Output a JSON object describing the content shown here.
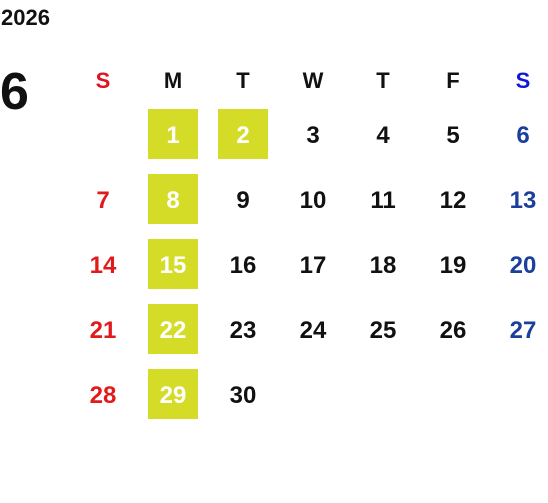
{
  "calendar": {
    "year": "2026",
    "month": "6",
    "weekdays": [
      "S",
      "M",
      "T",
      "W",
      "T",
      "F",
      "S"
    ],
    "weeks": [
      [
        "",
        "1",
        "",
        "3",
        "4",
        "5",
        "6"
      ],
      [
        "7",
        "8",
        "9",
        "10",
        "11",
        "12",
        "13"
      ],
      [
        "14",
        "15",
        "16",
        "17",
        "18",
        "19",
        "20"
      ],
      [
        "21",
        "22",
        "23",
        "24",
        "25",
        "26",
        "27"
      ],
      [
        "28",
        "29",
        "30",
        "",
        "",
        "",
        ""
      ]
    ],
    "day_2": "2",
    "highlighted_days": [
      "1",
      "2",
      "8",
      "15",
      "22",
      "29"
    ]
  },
  "colors": {
    "sunday": "#e11b1b",
    "saturday": "#1a3f9c",
    "weekday": "#111111",
    "highlight_bg": "#d5dc28",
    "highlight_text": "#ffffff",
    "sunday_header": "#e0121f",
    "saturday_header": "#1018d8"
  }
}
